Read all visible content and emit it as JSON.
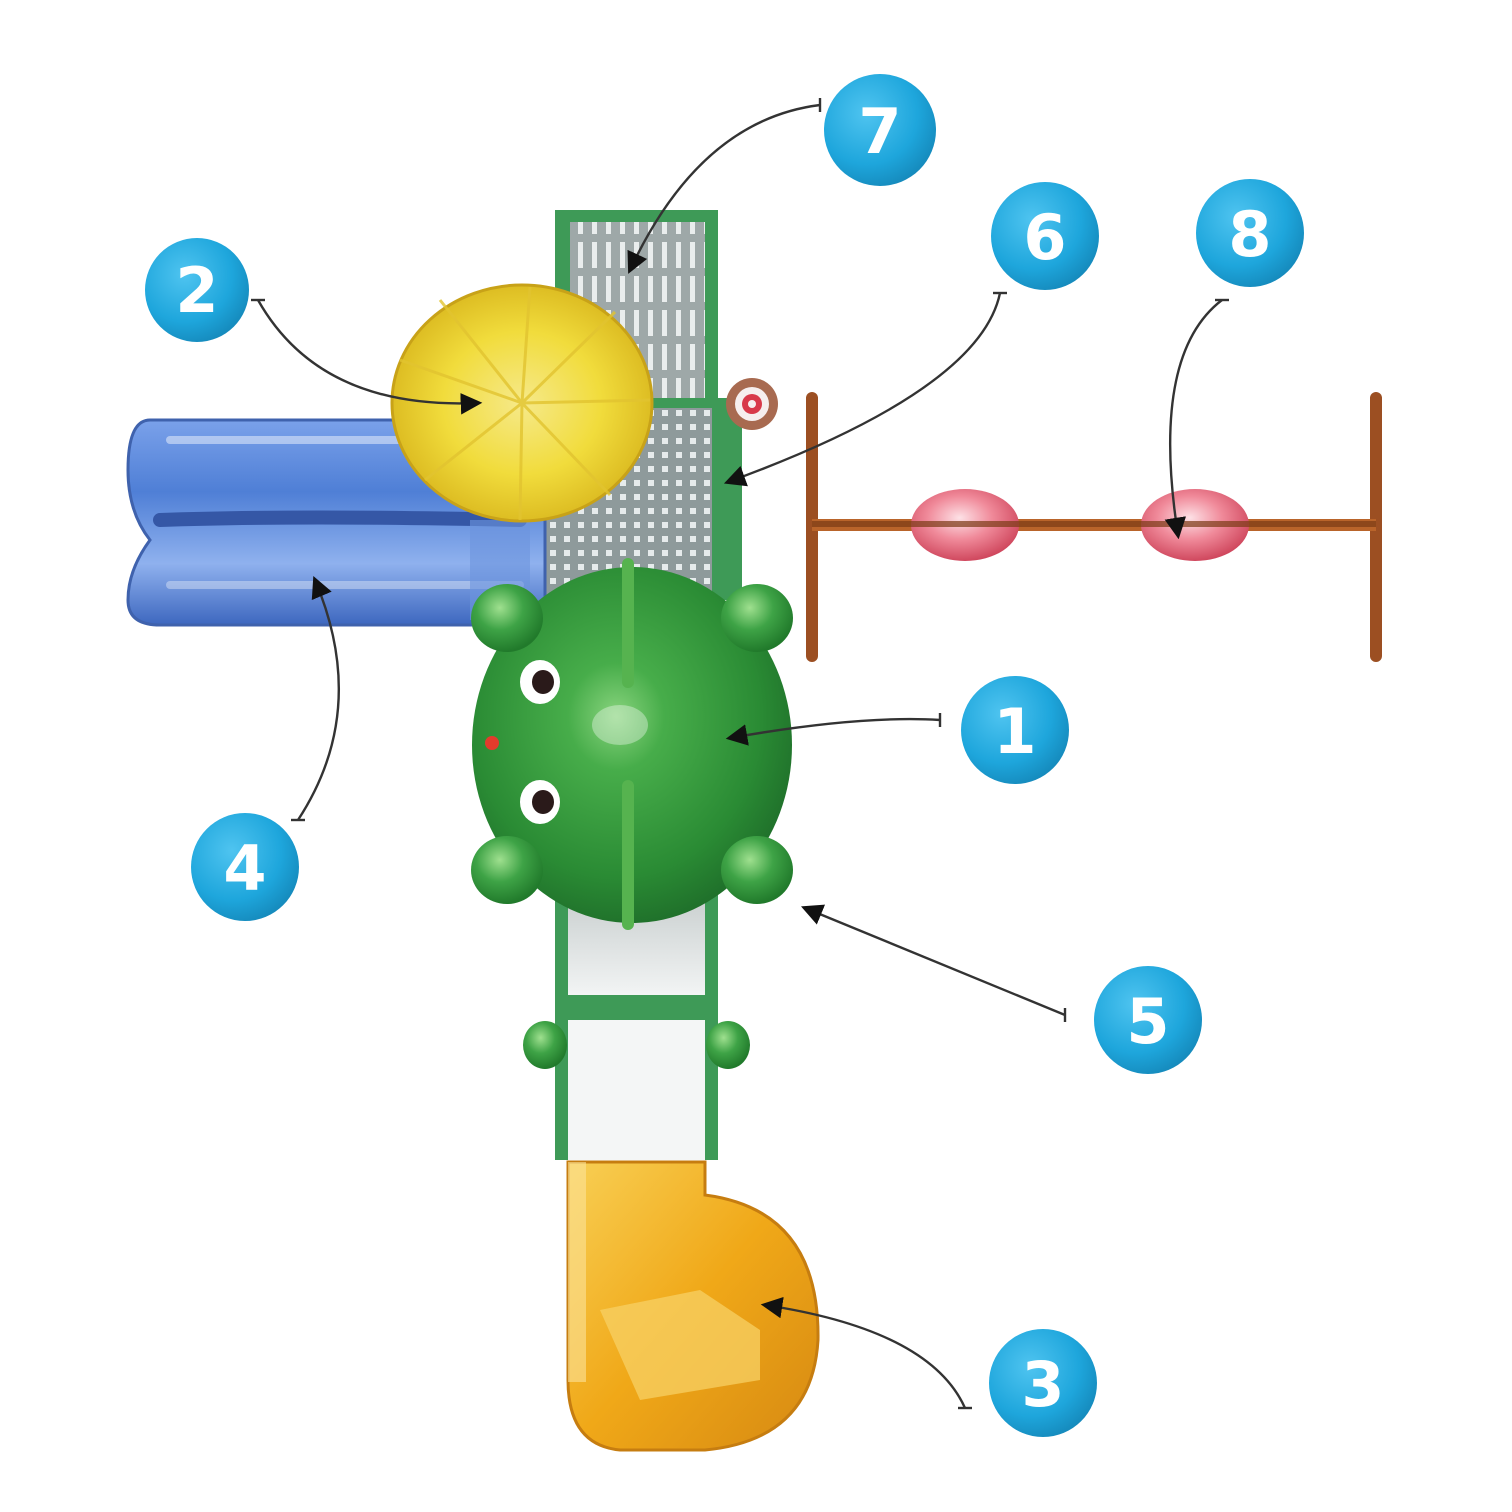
{
  "colors": {
    "callout_fill": "#1ea6dc",
    "callout_text": "#ffffff",
    "leader_line": "#333333",
    "tower_green": "#3f9a56",
    "panel_grey": "#9aa8a8",
    "frog_green": "#2f9a3c",
    "blue_slide": "#4f7fd6",
    "yellow_roof": "#f1dc3c",
    "orange_slide": "#f0a818",
    "bridge_wood": "#b9642a",
    "bridge_pods": "#f08a9a"
  },
  "callouts": [
    {
      "id": "1",
      "label": "1",
      "part": "frog-roof"
    },
    {
      "id": "2",
      "label": "2",
      "part": "round-roof"
    },
    {
      "id": "3",
      "label": "3",
      "part": "spiral-slide"
    },
    {
      "id": "4",
      "label": "4",
      "part": "wave-slide"
    },
    {
      "id": "5",
      "label": "5",
      "part": "platform-stairs"
    },
    {
      "id": "6",
      "label": "6",
      "part": "climbing-panel"
    },
    {
      "id": "7",
      "label": "7",
      "part": "tower-deck"
    },
    {
      "id": "8",
      "label": "8",
      "part": "chain-bridge"
    }
  ]
}
